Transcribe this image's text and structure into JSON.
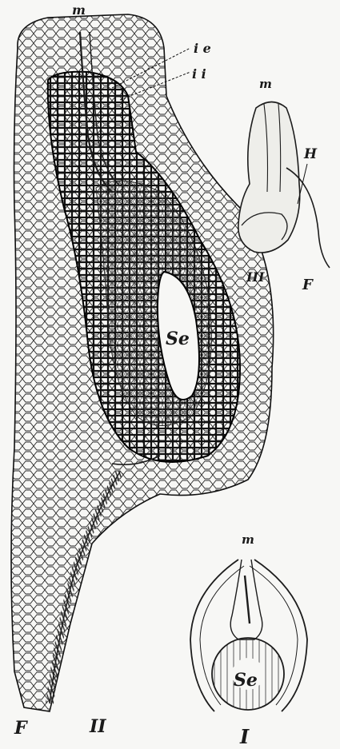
{
  "figure": {
    "labels": {
      "main_m": "m",
      "ie": "i e",
      "ii": "i i",
      "se_main": "Se",
      "F_main": "F",
      "II": "II",
      "small_m": "m",
      "H": "H",
      "III": "III",
      "F_small": "F",
      "bottom_m": "m",
      "se_bottom": "Se",
      "I": "I"
    }
  }
}
